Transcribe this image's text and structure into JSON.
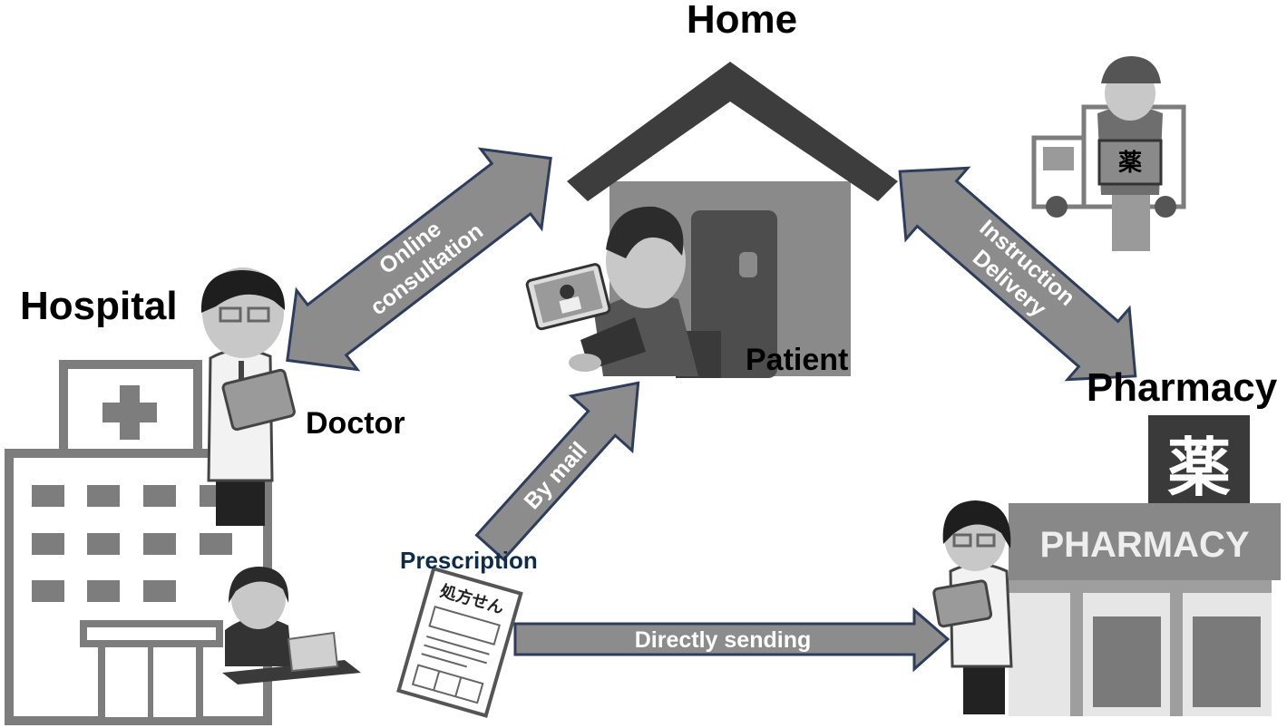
{
  "places": {
    "home": "Home",
    "hospital": "Hospital",
    "pharmacy": "Pharmacy"
  },
  "people": {
    "doctor": "Doctor",
    "patient": "Patient"
  },
  "arrows": {
    "online_line1": "Online",
    "online_line2": "consultation",
    "instruction_line1": "Instruction",
    "instruction_line2": "Delivery",
    "by_mail": "By mail",
    "directly_sending": "Directly sending"
  },
  "documents": {
    "prescription": "Prescription",
    "prescription_form_title": "処方せん"
  },
  "signs": {
    "pharmacy_sign": "PHARMACY",
    "medicine_kanji": "薬"
  },
  "colors": {
    "arrow_fill": "#8c8c8c",
    "arrow_stroke": "#2e3d5c",
    "roof": "#3d3d3d",
    "wall": "#8d8d8d"
  }
}
